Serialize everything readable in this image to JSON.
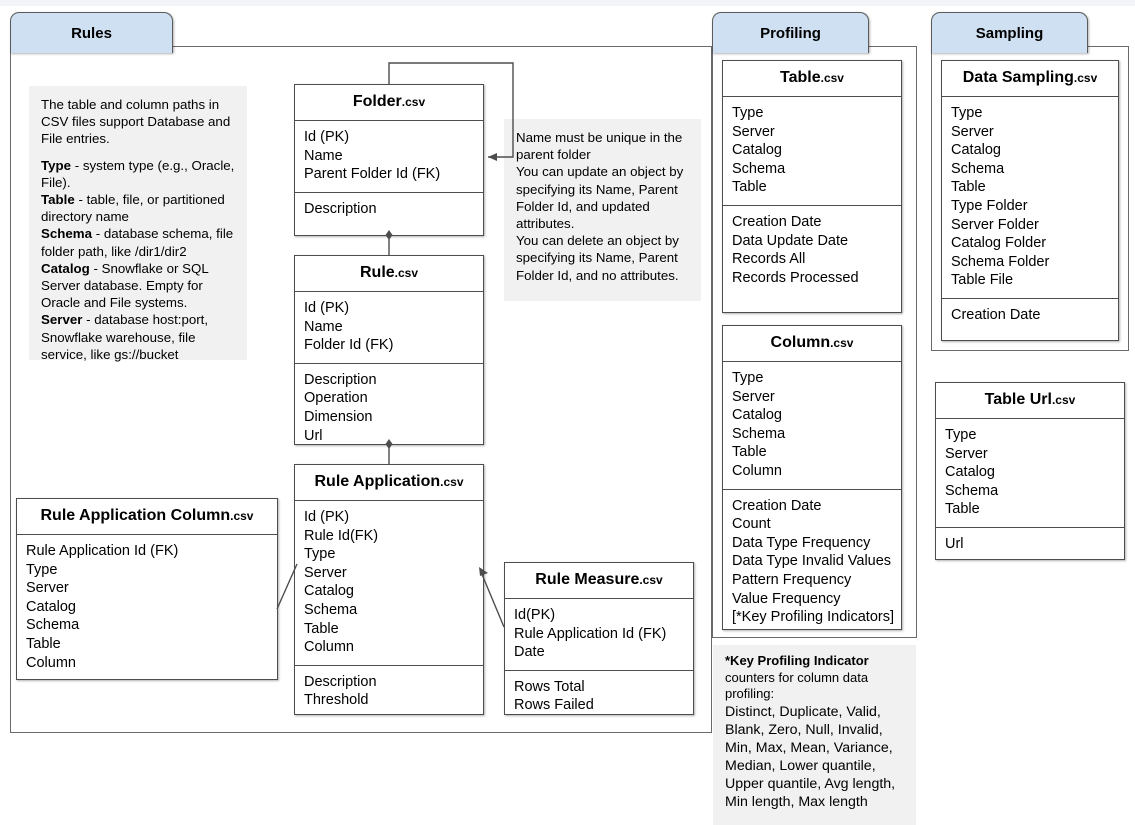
{
  "groups": [
    {
      "id": "rules",
      "tab_label": "Rules"
    },
    {
      "id": "profiling",
      "tab_label": "Profiling"
    },
    {
      "id": "sampling",
      "tab_label": "Sampling"
    }
  ],
  "entities": {
    "folder": {
      "title": "Folder",
      "suffix": ".csv",
      "keys": [
        "Id (PK)",
        "Name",
        "Parent Folder Id (FK)"
      ],
      "attrs": [
        "Description"
      ]
    },
    "rule": {
      "title": "Rule",
      "suffix": ".csv",
      "keys": [
        "Id (PK)",
        "Name",
        "Folder Id (FK)"
      ],
      "attrs": [
        "Description",
        "Operation",
        "Dimension",
        "Url"
      ]
    },
    "rule_application": {
      "title": "Rule Application",
      "suffix": ".csv",
      "keys": [
        "Id (PK)",
        "Rule Id(FK)",
        "Type",
        "Server",
        "Catalog",
        "Schema",
        "Table",
        "Column"
      ],
      "attrs": [
        "Description",
        "Threshold"
      ]
    },
    "rule_application_column": {
      "title": "Rule Application Column",
      "suffix": ".csv",
      "keys": [
        "Rule Application Id (FK)",
        "Type",
        "Server",
        "Catalog",
        "Schema",
        "Table",
        "Column"
      ],
      "attrs": []
    },
    "rule_measure": {
      "title": "Rule Measure",
      "suffix": ".csv",
      "keys": [
        "Id(PK)",
        "Rule Application Id (FK)",
        "Date"
      ],
      "attrs": [
        "Rows Total",
        "Rows Failed"
      ]
    },
    "table": {
      "title": "Table",
      "suffix": ".csv",
      "keys": [
        "Type",
        "Server",
        "Catalog",
        "Schema",
        "Table"
      ],
      "attrs": [
        "Creation Date",
        "Data Update Date",
        "Records All",
        "Records Processed"
      ]
    },
    "column": {
      "title": "Column",
      "suffix": ".csv",
      "keys": [
        "Type",
        "Server",
        "Catalog",
        "Schema",
        "Table",
        "Column"
      ],
      "attrs": [
        "Creation Date",
        "Count",
        "Data Type Frequency",
        "Data Type Invalid Values",
        "Pattern Frequency",
        "Value Frequency",
        "[*Key Profiling Indicators]"
      ]
    },
    "data_sampling": {
      "title": "Data Sampling",
      "suffix": ".csv",
      "keys": [
        "Type",
        "Server",
        "Catalog",
        "Schema",
        "Table",
        "Type Folder",
        "Server Folder",
        "Catalog Folder",
        "Schema Folder",
        "Table File"
      ],
      "attrs": [
        "Creation Date"
      ]
    },
    "table_url": {
      "title": "Table Url",
      "suffix": ".csv",
      "keys": [
        "Type",
        "Server",
        "Catalog",
        "Schema",
        "Table"
      ],
      "attrs": [
        "Url"
      ]
    }
  },
  "notes": {
    "paths": {
      "intro": "The table and column paths in CSV files support  Database and File entries.",
      "items": [
        {
          "term": "Type",
          "text": " - system type (e.g., Oracle, File)."
        },
        {
          "term": "Table",
          "text": " - table, file, or partitioned directory name"
        },
        {
          "term": "Schema",
          "text": " - database schema, file folder path, like /dir1/dir2"
        },
        {
          "term": "Catalog",
          "text": " - Snowflake or SQL Server database. Empty for Oracle and File systems."
        },
        {
          "term": "Server",
          "text": " - database host:port, Snowflake warehouse, file service, like gs://bucket"
        }
      ]
    },
    "unique_name": "Name must be unique in the parent folder\nYou can update an object by specifying its Name, Parent Folder Id, and updated attributes.\nYou can delete an object by specifying its Name, Parent Folder Id, and no attributes.",
    "kpi": {
      "term": "*Key Profiling Indicator",
      "lead": " counters for column data profiling:",
      "list": "Distinct, Duplicate, Valid, Blank, Zero, Null, Invalid, Min, Max, Mean, Variance, Median, Lower quantile, Upper quantile, Avg length, Min length, Max length"
    }
  },
  "colors": {
    "tab_fill": "#cfe0f2",
    "note_fill": "#f1f1f1",
    "line": "#4d4d4d",
    "background": "#ffffff"
  }
}
